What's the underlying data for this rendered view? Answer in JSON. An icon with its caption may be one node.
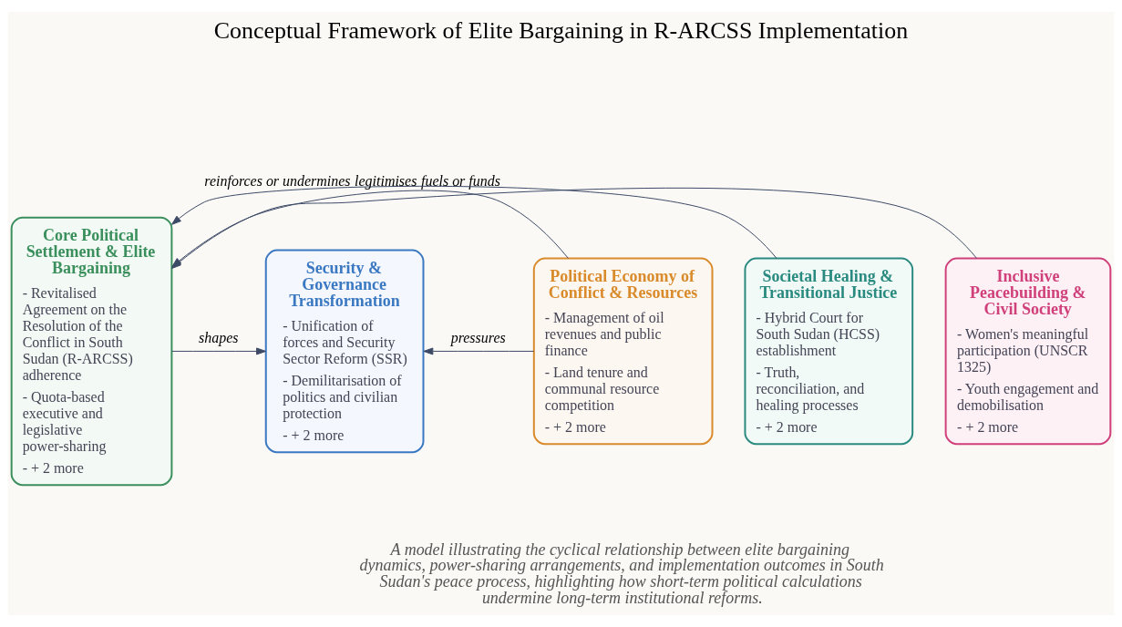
{
  "diagram": {
    "title": "Conceptual Framework of Elite Bargaining in R-ARCSS Implementation",
    "caption": "A model illustrating the cyclical relationship between elite bargaining dynamics, power-sharing arrangements, and implementation outcomes in South Sudan's peace process, highlighting how short-term political calculations undermine long-term institutional reforms.",
    "nodes": [
      {
        "text": [
          "Core Political Settlement & Elite Bargaining",
          "- Revitalised Agreement on the Resolution of the Conflict in South Sudan (R-ARCSS) adherence",
          "- Quota-based executive and legislative power-sharing",
          "- + 2 more"
        ]
      },
      {
        "text": [
          "Security & Governance Transformation",
          "- Unification of forces and Security Sector Reform (SSR)",
          "- Demilitarisation of politics and civilian protection",
          "- + 2 more"
        ]
      },
      {
        "text": [
          "Political Economy of Conflict & Resources",
          "- Management of oil revenues and public finance",
          "- Land tenure and communal resource competition",
          "- + 2 more"
        ]
      },
      {
        "text": [
          "Societal Healing & Transitional Justice",
          "- Hybrid Court for South Sudan (HCSS) establishment",
          "- Truth, reconciliation, and healing processes",
          "- + 2 more"
        ]
      },
      {
        "text": [
          "Inclusive Peacebuilding & Civil Society",
          "- Women's meaningful participation (UNSCR 1325)",
          "- Youth engagement and demobilisation",
          "- + 2 more"
        ]
      }
    ],
    "edges": [
      {
        "from": 0,
        "to": 1,
        "arrow": "to",
        "label": "shapes"
      },
      {
        "from": 2,
        "to": 0,
        "arrow": "to",
        "label": "fuels or funds"
      },
      {
        "from": 2,
        "to": 1,
        "arrow": "to",
        "label": "pressures"
      },
      {
        "from": 4,
        "to": 0,
        "arrow": "to",
        "label": "legitimises"
      },
      {
        "from": 3,
        "to": 0,
        "arrow": "to",
        "label": "reinforces or undermines"
      }
    ]
  }
}
